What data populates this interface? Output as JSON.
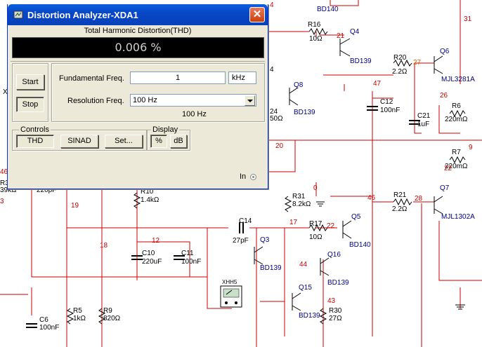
{
  "window": {
    "title": "Distortion Analyzer-XDA1",
    "close_glyph": "✕",
    "thd_label": "Total Harmonic Distortion(THD)",
    "display_value": "0.006 %",
    "start_label": "Start",
    "stop_label": "Stop",
    "fundamental_label": "Fundamental Freq.",
    "fundamental_value": "1",
    "fundamental_unit": "kHz",
    "resolution_label": "Resolution Freq.",
    "resolution_value": "100 Hz",
    "resolution_readout": "100 Hz",
    "controls_title": "Controls",
    "thd_button": "THD",
    "sinad_button": "SINAD",
    "set_button": "Set...",
    "display_title": "Display",
    "percent_button": "%",
    "db_button": "dB",
    "in_label": "In"
  },
  "schematic": {
    "components": {
      "bd140_top": "BD140",
      "r16": "R16",
      "r16_val": "10Ω",
      "q4": "Q4",
      "q4_type": "BD139",
      "r20": "R20",
      "r20_val": "2.2Ω",
      "q6": "Q6",
      "q6_type": "MJL3281A",
      "q8": "Q8",
      "q8_type": "BD139",
      "c12": "C12",
      "c12_val": "100nF",
      "c21": "C21",
      "c21_val": "1uF",
      "r6": "R6",
      "r6_val": "220mΩ",
      "r7": "R7",
      "r7_val": "220mΩ",
      "r10": "R10",
      "r10_val": "1.4kΩ",
      "r31": "R31",
      "r31_val": "8.2kΩ",
      "r21": "R21",
      "r21_val": "2.2Ω",
      "q7": "Q7",
      "q7_type": "MJL1302A",
      "c14": "C14",
      "c14_val": "27pF",
      "r17": "R17",
      "r17_val": "10Ω",
      "q5": "Q5",
      "q5_type": "BD140",
      "q3": "Q3",
      "q3_type": "BD139",
      "c10": "C10",
      "c10_val": "220uF",
      "c11": "C11",
      "c11_val": "100nF",
      "q16": "Q16",
      "q16_type": "BD139",
      "q15": "Q15",
      "q15_type": "BD139",
      "r30": "R30",
      "r30_val": "27Ω",
      "xhh5": "XHH5",
      "c6": "C6",
      "c6_val": "100nF",
      "r5": "R5",
      "r5_val": "1kΩ",
      "r9": "R9",
      "r9_val": "820Ω",
      "r3": "R3",
      "r3_val": "39kΩ",
      "c_left_val": "220pF",
      "x_left": "X",
      "r4_frag": "4",
      "r24_frag": "24",
      "r24_val": "50Ω"
    },
    "nets": {
      "n4": "4",
      "n21": "21",
      "n31": "31",
      "n27": "27",
      "n47": "47",
      "n26": "26",
      "n9": "9",
      "n20": "20",
      "n22top": "22",
      "n0": "0",
      "n46": "46",
      "n28": "28",
      "n19": "19",
      "n12": "12",
      "n18": "18",
      "n17": "17",
      "n22": "22",
      "n44": "44",
      "n43": "43",
      "n3": "3",
      "n46left": "46"
    },
    "colors": {
      "wire": "#cc0000",
      "label": "#000080",
      "net_orange": "#e06000"
    }
  }
}
